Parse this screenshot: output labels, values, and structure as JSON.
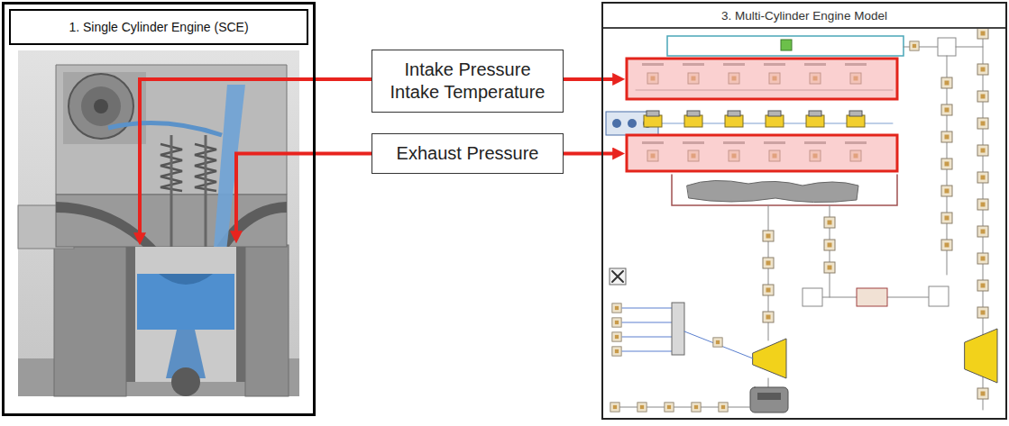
{
  "diagram": {
    "nodes": [
      {
        "text": [
          "1. Single Cylinder Engine (SCE)"
        ]
      },
      {
        "text": [
          "3. Multi-Cylinder Engine Model"
        ]
      },
      {
        "text": [
          "Intake Pressure Intake Temperature"
        ]
      },
      {
        "text": [
          "Exhaust Pressure"
        ]
      }
    ],
    "edges": [
      {
        "from": 2,
        "to": 0,
        "arrow": "to"
      },
      {
        "from": 2,
        "to": 1,
        "arrow": "to"
      },
      {
        "from": 3,
        "to": 0,
        "arrow": "to"
      },
      {
        "from": 3,
        "to": 1,
        "arrow": "to"
      }
    ]
  }
}
